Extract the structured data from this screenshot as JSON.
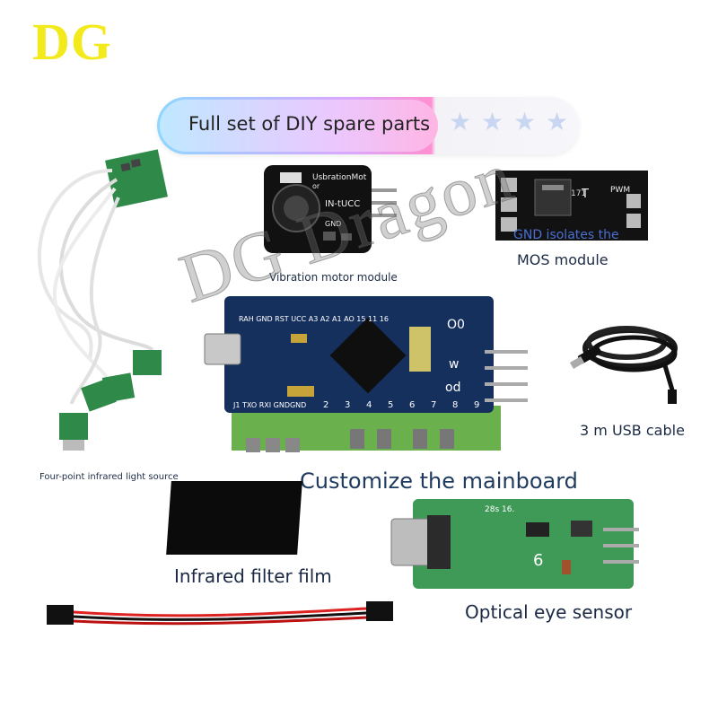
{
  "brand": "DG",
  "banner": {
    "title": "Full set of DIY spare parts",
    "stars": 4
  },
  "labels": {
    "vibration": "Vibration motor module",
    "mos_line1": "GND isolates the",
    "mos_line2": "MOS module",
    "usb": "3 m USB cable",
    "infrared_source": "Four-point infrared light source",
    "mainboard": "Customize the mainboard",
    "filter": "Infrared filter film",
    "optical": "Optical eye sensor"
  },
  "board_text": {
    "vib_top": "UsbrationMot",
    "vib_or": "or",
    "vib_in": "IN-tUCC",
    "vib_gnd": "GND",
    "mos_171": "171",
    "mos_t": "T",
    "mos_pwm": "PWM",
    "main_top": "RAH GND RST UCC A3 A2 A1 AO 15 11 16",
    "main_o0": "O0",
    "main_w": "w",
    "main_od": "od",
    "main_bottom": "J1 TXO RXI GNDGND",
    "main_nums": [
      "2",
      "3",
      "4",
      "5",
      "6",
      "7",
      "8",
      "9"
    ],
    "opt_top": "28s 16.",
    "opt_six": "6"
  },
  "watermark": "DG Dragon",
  "colors": {
    "brand": "#f2ea1c",
    "board_blue": "#16305e",
    "pcb_green": "#2f8a4a",
    "caption": "#1b2a44"
  }
}
